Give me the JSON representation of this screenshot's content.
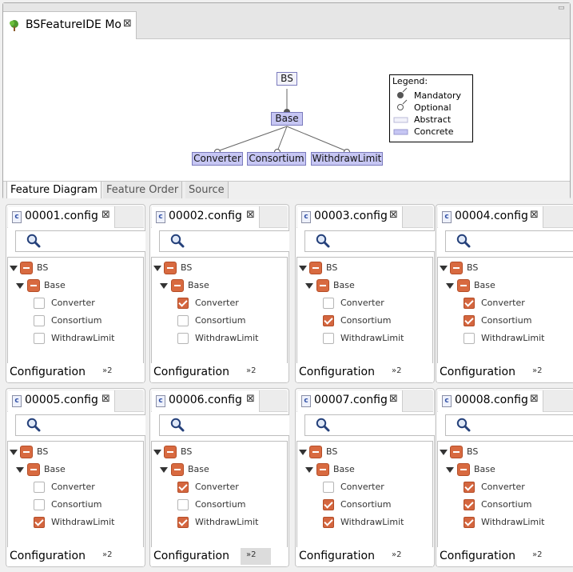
{
  "editor": {
    "tab_title": "BSFeatureIDE Mo",
    "page_tabs": [
      "Feature Diagram",
      "Feature Order",
      "Source"
    ],
    "diagram": {
      "root": "BS",
      "child": "Base",
      "leaves": [
        "Converter",
        "Consortium",
        "WithdrawLimit"
      ]
    },
    "legend": {
      "title": "Legend:",
      "mandatory": "Mandatory",
      "optional": "Optional",
      "abstract": "Abstract",
      "concrete": "Concrete"
    }
  },
  "tree_labels": {
    "root": "BS",
    "base": "Base",
    "f1": "Converter",
    "f2": "Consortium",
    "f3": "WithdrawLimit"
  },
  "configs": [
    {
      "title": "00001.config",
      "converter": false,
      "consortium": false,
      "withdraw": false
    },
    {
      "title": "00002.config",
      "converter": true,
      "consortium": false,
      "withdraw": false
    },
    {
      "title": "00003.config",
      "converter": false,
      "consortium": true,
      "withdraw": false
    },
    {
      "title": "00004.config",
      "converter": true,
      "consortium": true,
      "withdraw": false
    },
    {
      "title": "00005.config",
      "converter": false,
      "consortium": false,
      "withdraw": true
    },
    {
      "title": "00006.config",
      "converter": true,
      "consortium": false,
      "withdraw": true
    },
    {
      "title": "00007.config",
      "converter": false,
      "consortium": true,
      "withdraw": true
    },
    {
      "title": "00008.config",
      "converter": true,
      "consortium": true,
      "withdraw": true
    }
  ],
  "bottom_tab_label": "Configuration",
  "more_tabs_label": "»2",
  "colors": {
    "concrete": "#c6c6f3",
    "abstract": "#f2f2fa",
    "checkbox_checked": "#d4663f"
  }
}
